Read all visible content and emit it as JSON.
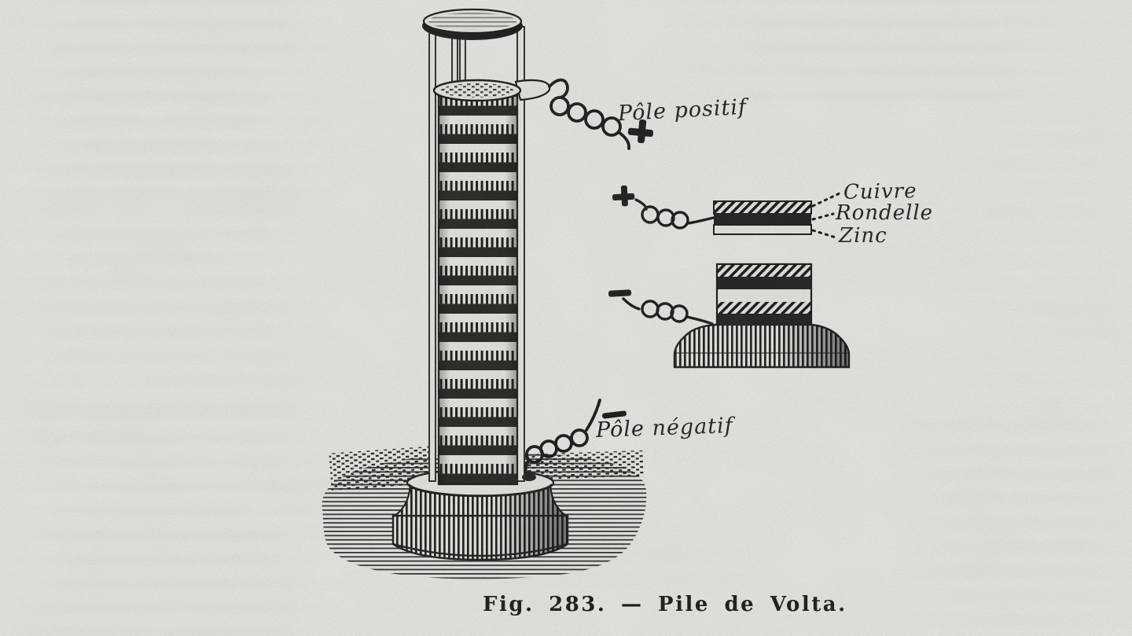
{
  "figure": {
    "caption": "Fig. 283. — Pile de Volta.",
    "labels": {
      "positive_pole": "Pôle positif",
      "negative_pole": "Pôle négatif",
      "copper": "Cuivre",
      "washer": "Rondelle",
      "zinc": "Zinc"
    },
    "terminals": {
      "positive_symbol": "+",
      "negative_symbol": "−"
    },
    "colors": {
      "ink": "#1b1a18",
      "paper": "#eae9e5"
    }
  }
}
